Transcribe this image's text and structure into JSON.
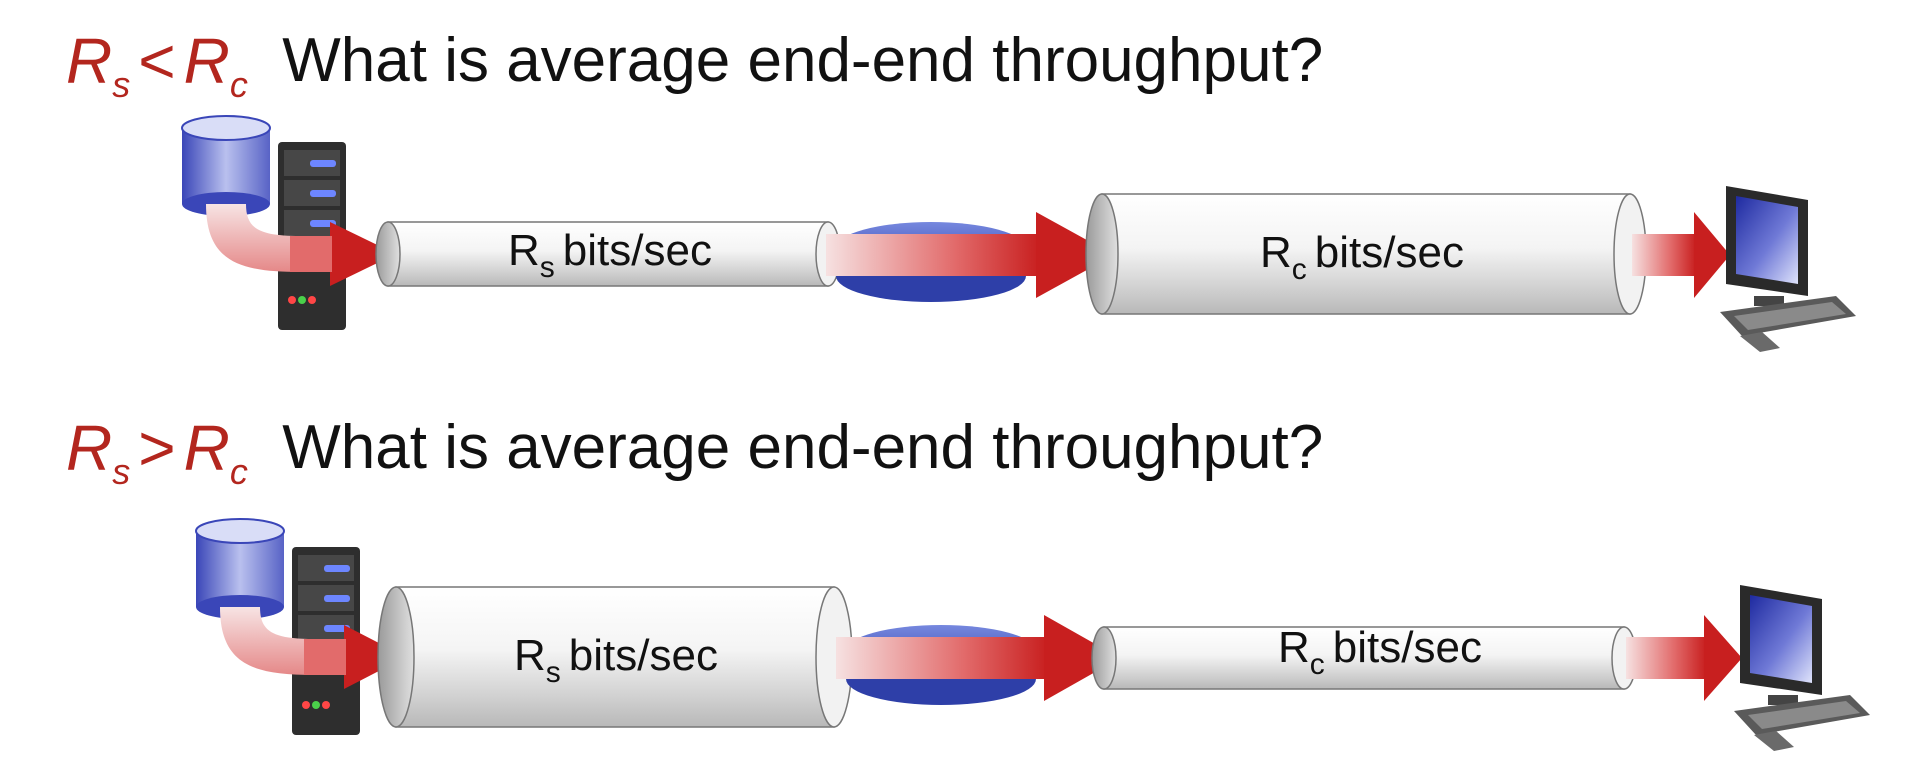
{
  "colors": {
    "condition_red": "#b3261e",
    "arrow_red": "#cf2e2e",
    "pipe_gray": "#d2d2d2",
    "router_blue": "#4a5fc7",
    "server_dark": "#333333"
  },
  "scenarios": [
    {
      "condition": {
        "left": "R",
        "left_sub": "s",
        "op": "<",
        "right": "R",
        "right_sub": "c"
      },
      "question": "What is average end-end throughput?",
      "server_pipe": {
        "symbol": "R",
        "sub": "s",
        "text": "bits/sec"
      },
      "client_pipe": {
        "symbol": "R",
        "sub": "c",
        "text": "bits/sec"
      }
    },
    {
      "condition": {
        "left": "R",
        "left_sub": "s",
        "op": ">",
        "right": "R",
        "right_sub": "c"
      },
      "question": "What is average end-end throughput?",
      "server_pipe": {
        "symbol": "R",
        "sub": "s",
        "text": "bits/sec"
      },
      "client_pipe": {
        "symbol": "R",
        "sub": "c",
        "text": "bits/sec"
      }
    }
  ],
  "icons": {
    "server": "server-icon",
    "database": "database-icon",
    "router": "router-icon",
    "computer": "computer-icon",
    "arrow": "red-arrow-icon"
  }
}
